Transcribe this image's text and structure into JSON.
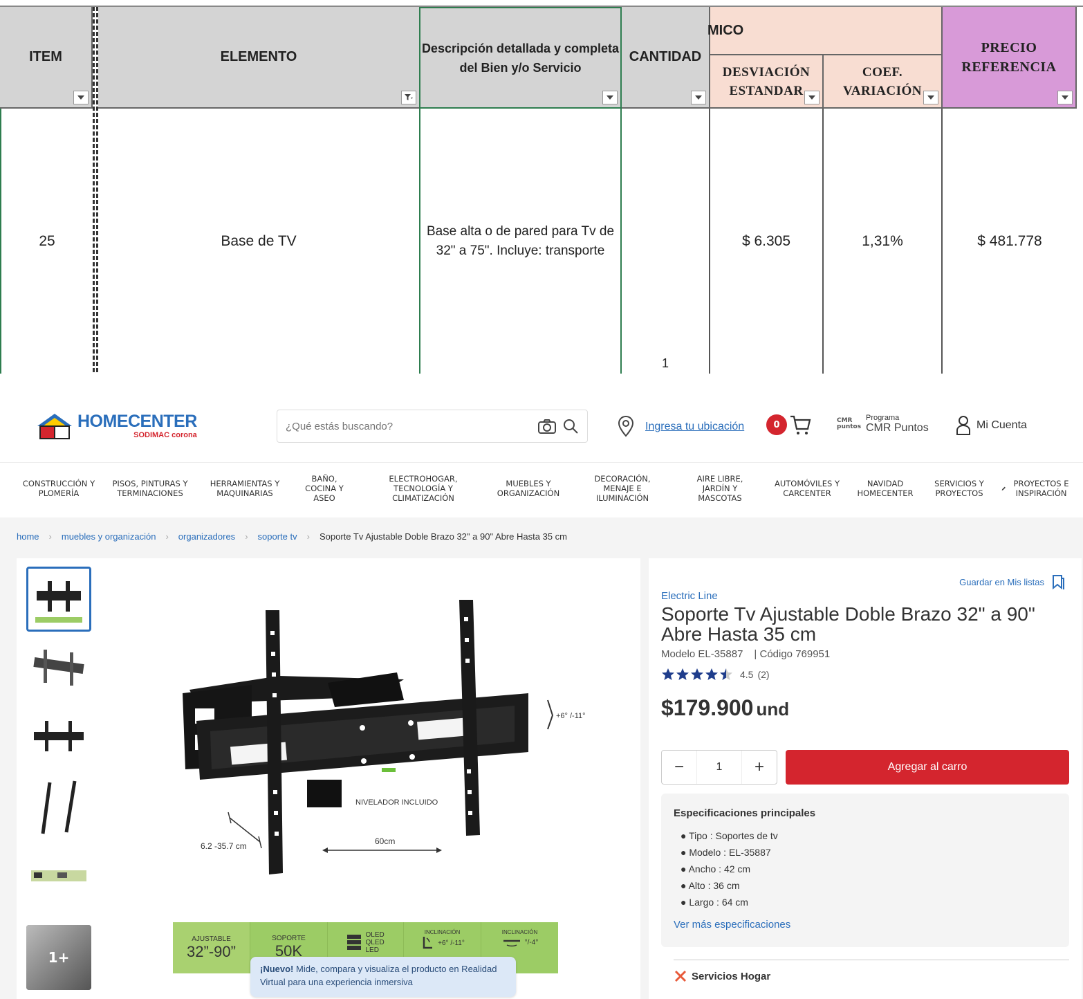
{
  "spreadsheet": {
    "headers": {
      "item": "ITEM",
      "elemento": "ELEMENTO",
      "descripcion_line1": "Descripción detallada y completa",
      "descripcion_line2": "del  Bien y/o Servicio",
      "cantidad": "CANTIDAD",
      "group_title": "MICO",
      "desviacion_line1": "DESVIACIÓN",
      "desviacion_line2": "ESTANDAR",
      "coef_line1": "COEF.",
      "coef_line2": "VARIACIÓN",
      "precio_line1": "PRECIO",
      "precio_line2": "REFERENCIA"
    },
    "row": {
      "item": "25",
      "elemento": "Base de TV",
      "descripcion_line1": "Base alta o de pared para Tv de",
      "descripcion_line2": "32\" a 75\". Incluye: transporte",
      "cantidad": "1",
      "desviacion": "$ 6.305",
      "coef": "1,31%",
      "precio": "$ 481.778"
    }
  },
  "store": {
    "brand": {
      "name": "HOMECENTER",
      "sub": "SODIMAC corona"
    },
    "search": {
      "placeholder": "¿Qué estás buscando?"
    },
    "location_link": "Ingresa tu ubicación",
    "cart_count": "0",
    "cmr": {
      "small": "Programa",
      "label": "CMR Puntos",
      "logo_text": "CMR puntos"
    },
    "account": "Mi Cuenta",
    "categories": [
      "CONSTRUCCIÓN Y PLOMERÍA",
      "PISOS, PINTURAS Y TERMINACIONES",
      "HERRAMIENTAS Y MAQUINARIAS",
      "BAÑO, COCINA Y ASEO",
      "ELECTROHOGAR, TECNOLOGÍA Y CLIMATIZACIÓN",
      "MUEBLES Y ORGANIZACIÓN",
      "DECORACIÓN, MENAJE E ILUMINACIÓN",
      "AIRE LIBRE, JARDÍN Y MASCOTAS",
      "AUTOMÓVILES Y CARCENTER",
      "NAVIDAD HOMECENTER",
      "SERVICIOS Y PROYECTOS",
      "PROYECTOS E INSPIRACIÓN"
    ],
    "breadcrumbs": [
      "home",
      "muebles y organización",
      "organizadores",
      "soporte tv"
    ],
    "breadcrumb_current": "Soporte Tv Ajustable Doble Brazo 32\" a 90\" Abre Hasta 35 cm",
    "gallery": {
      "more_count": "1+",
      "annotations": {
        "tilt": "+6° /-11°",
        "depth": "6.2 -35.7 cm",
        "level": "NIVELADOR INCLUIDO",
        "width": "60cm"
      },
      "banner": {
        "ajustable_label": "AJUSTABLE",
        "ajustable_value": "32”-90”",
        "soporte_label": "SOPORTE",
        "soporte_value": "50K",
        "screen_types": "OLED QLED LED",
        "inclinacion1_label": "INCLINACIÓN",
        "inclinacion1_value": "+6° /-11°",
        "inclinacion2_label": "INCLINACIÓN",
        "inclinacion2_value": "°/-4°"
      },
      "tooltip_bold": "¡Nuevo!",
      "tooltip_text": " Mide, compara y visualiza el producto en Realidad Virtual para una experiencia inmersiva"
    },
    "product": {
      "save_link": "Guardar en Mis listas",
      "brand": "Electric Line",
      "title": "Soporte Tv Ajustable Doble Brazo 32\" a 90\" Abre Hasta 35 cm",
      "model": "Modelo EL-35887",
      "code": "| Código 769951",
      "rating": 4.5,
      "rating_text": "4.5",
      "reviews": "(2)",
      "price": "$179.900",
      "unit": "und",
      "quantity": "1",
      "minus": "−",
      "plus": "+",
      "add_to_cart": "Agregar al carro",
      "specs_title": "Especificaciones principales",
      "specs": [
        "Tipo : Soportes de tv",
        "Modelo : EL-35887",
        "Ancho : 42 cm",
        "Alto : 36 cm",
        "Largo : 64 cm"
      ],
      "more_specs": "Ver más especificaciones",
      "services": "Servicios Hogar"
    },
    "colors": {
      "brand_blue": "#2a6ebb",
      "cart_red": "#d4252e",
      "star": "#1f3d8c"
    }
  }
}
